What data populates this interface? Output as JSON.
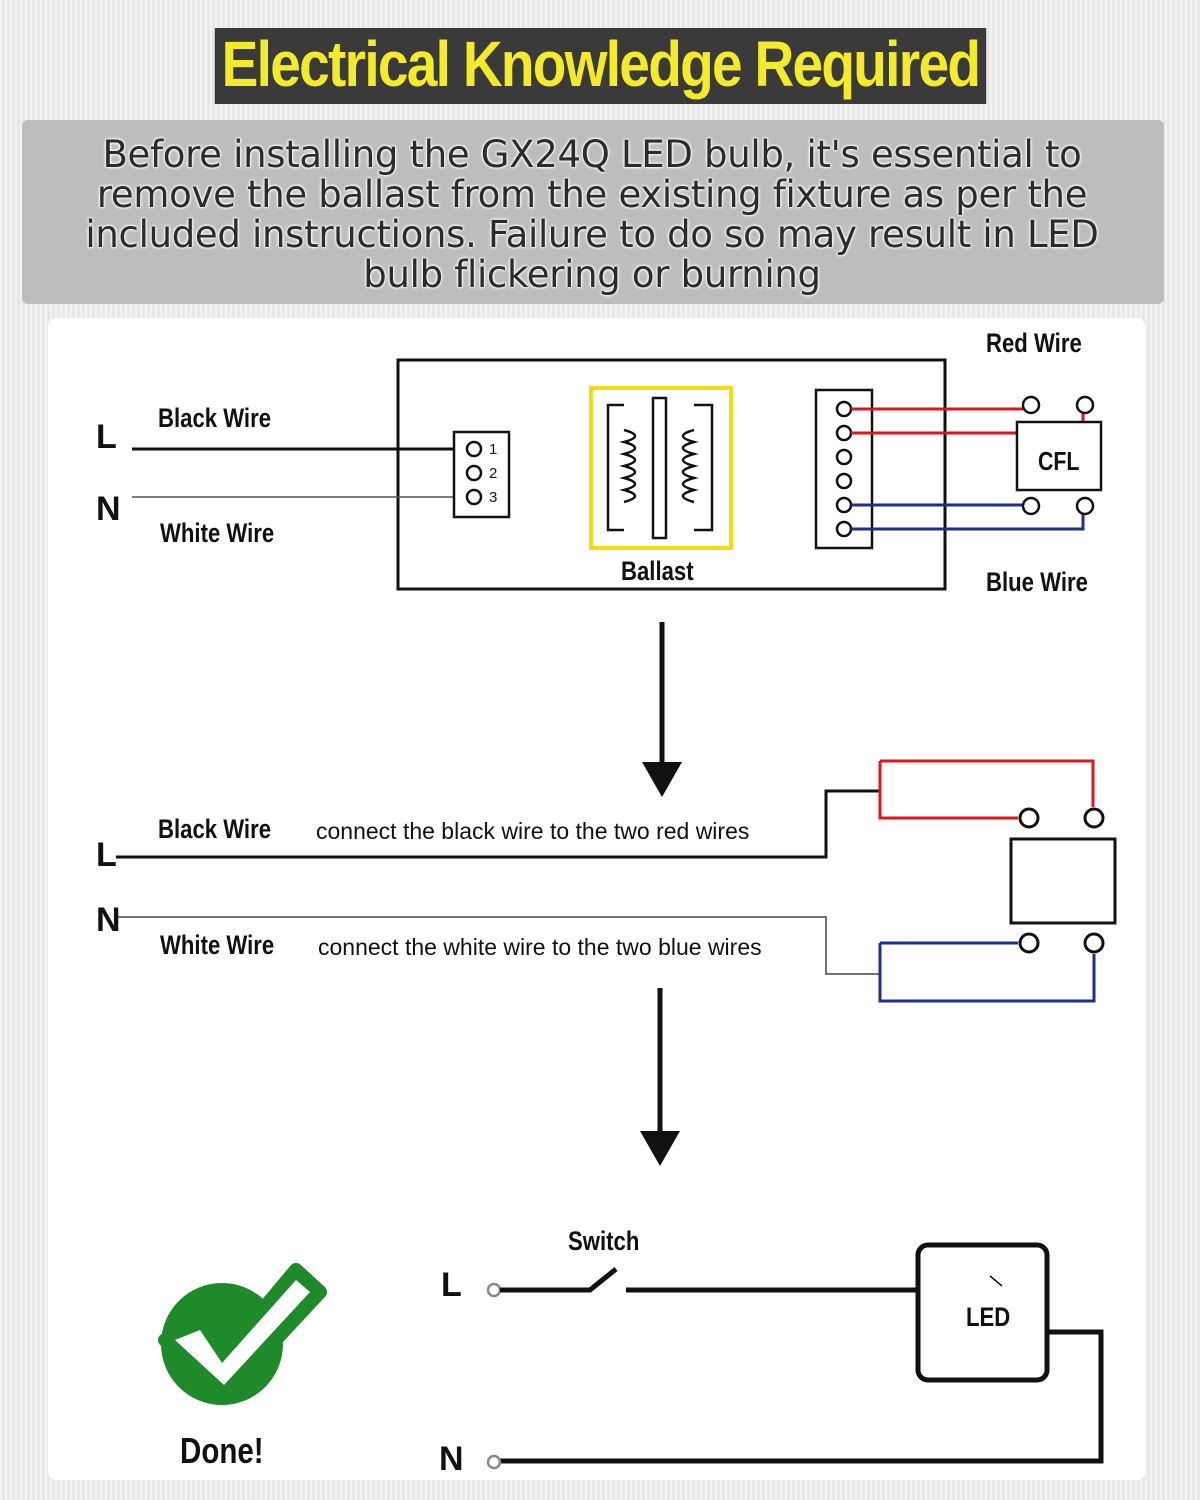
{
  "header": {
    "title": "Electrical Knowledge Required",
    "intro": "Before installing the GX24Q LED bulb, it's essential to remove the ballast from the existing fixture as per the included instructions. Failure to do so may result in LED bulb flickering or burning"
  },
  "step1": {
    "line_l": "L",
    "line_n": "N",
    "black_wire": "Black Wire",
    "white_wire": "White Wire",
    "terminals": [
      "1",
      "2",
      "3"
    ],
    "ballast": "Ballast",
    "red_wire": "Red Wire",
    "blue_wire": "Blue Wire",
    "cfl": "CFL"
  },
  "step2": {
    "line_l": "L",
    "line_n": "N",
    "black_wire": "Black Wire",
    "black_note": "connect the black wire to the two red wires",
    "white_wire": "White Wire",
    "white_note": "connect the white wire to the two blue wires"
  },
  "step3": {
    "line_l": "L",
    "line_n": "N",
    "switch": "Switch",
    "led": "LED",
    "done": "Done!"
  },
  "colors": {
    "title_text": "#f2ea2a",
    "red_wire": "#e0141b",
    "blue_wire": "#1c2f8c",
    "ballast_border": "#f0de10",
    "check_green": "#1f8a2a"
  }
}
